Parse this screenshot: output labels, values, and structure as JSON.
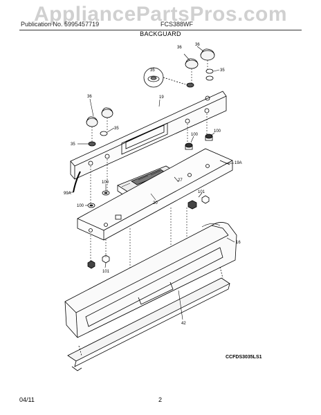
{
  "watermark": "AppliancePartsPros.com",
  "header": {
    "left": "Publication No. 5995457719",
    "right": "FCS388WF",
    "section_title": "BACKGUARD"
  },
  "callouts": {
    "c36_top_a": "36",
    "c36_top_b": "36",
    "c35_top": "35",
    "c35_inset": "35",
    "c19": "19",
    "c36_left": "36",
    "c35_mid": "35",
    "c35_left": "35",
    "c100_r1": "100",
    "c100_r2": "100",
    "c19a": "19A",
    "c99a": "99A",
    "c100_m1": "100",
    "c20": "20",
    "c27": "27",
    "c101_r": "101",
    "c100_l": "100",
    "c16": "16",
    "c101_l": "101",
    "c42": "42"
  },
  "diagram_code": "CCFDS3035LS1",
  "footer": {
    "date": "04/11",
    "page": "2"
  }
}
